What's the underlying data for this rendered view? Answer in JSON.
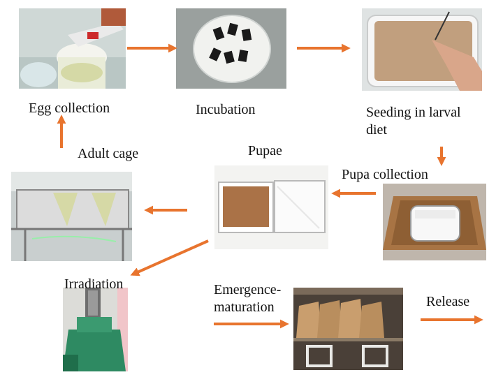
{
  "colors": {
    "arrow": "#e8742e",
    "background": "#ffffff",
    "text": "#111111"
  },
  "steps": {
    "egg_collection": "Egg collection",
    "incubation": "Incubation",
    "seeding_line1": "Seeding in larval",
    "seeding_line2": "diet",
    "pupa_collection": "Pupa collection",
    "pupae": "Pupae",
    "adult_cage": "Adult cage",
    "irradiation": "Irradiation",
    "emergence_line1": "Emergence-",
    "emergence_line2": "maturation",
    "release": "Release"
  }
}
